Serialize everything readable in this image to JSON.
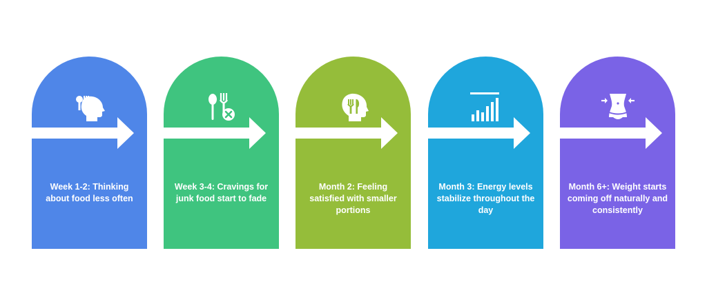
{
  "steps": [
    {
      "label": "Week 1-2: Thinking about food less often",
      "color": "#4f86e8",
      "icon": "head-with-utensils-icon"
    },
    {
      "label": "Week 3-4: Cravings for junk food start to fade",
      "color": "#3fc47f",
      "icon": "utensils-cancel-icon"
    },
    {
      "label": "Month 2: Feeling satisfied with smaller portions",
      "color": "#95bd3a",
      "icon": "head-with-fork-knife-icon"
    },
    {
      "label": "Month 3: Energy levels stabilize throughout the day",
      "color": "#1fa6dc",
      "icon": "rising-bars-icon"
    },
    {
      "label": "Month 6+: Weight starts coming off naturally and consistently",
      "color": "#7a63e6",
      "icon": "slim-waist-icon"
    }
  ]
}
